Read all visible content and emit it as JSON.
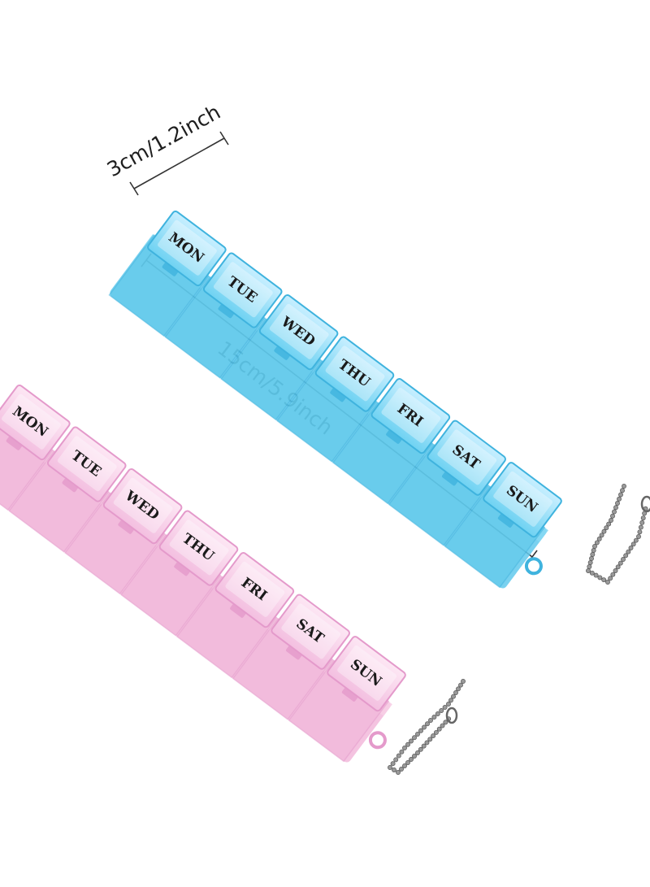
{
  "dimensions": {
    "width_label": "3cm/1.2inch",
    "length_label": "15cm/5.9inch"
  },
  "days": [
    "MON",
    "TUE",
    "WED",
    "THU",
    "FRI",
    "SAT",
    "SUN"
  ],
  "organizers": [
    {
      "color_name": "blue",
      "lid": "#8fdcf2",
      "body": "#5cc8ea",
      "edge": "#3fb3de"
    },
    {
      "color_name": "pink",
      "lid": "#f7cde6",
      "body": "#f1b6d9",
      "edge": "#e49acb"
    }
  ]
}
